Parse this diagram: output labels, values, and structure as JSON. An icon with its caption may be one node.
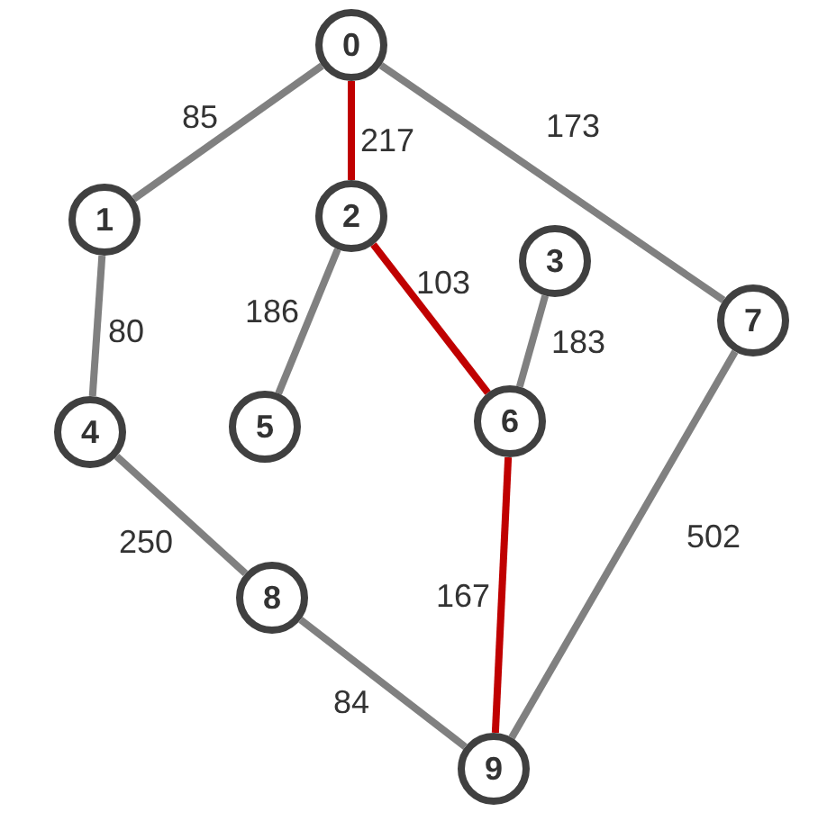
{
  "diagram": {
    "nodes": [
      {
        "text": [
          "0"
        ]
      },
      {
        "text": [
          "1"
        ]
      },
      {
        "text": [
          "2"
        ]
      },
      {
        "text": [
          "3"
        ]
      },
      {
        "text": [
          "4"
        ]
      },
      {
        "text": [
          "5"
        ]
      },
      {
        "text": [
          "6"
        ]
      },
      {
        "text": [
          "7"
        ]
      },
      {
        "text": [
          "8"
        ]
      },
      {
        "text": [
          "9"
        ]
      }
    ],
    "edges": [
      {
        "from": 0,
        "to": 1,
        "arrow": "none",
        "label": "85"
      },
      {
        "from": 0,
        "to": 2,
        "arrow": "none",
        "label": "217",
        "color": "#c00000"
      },
      {
        "from": 0,
        "to": 7,
        "arrow": "none",
        "label": "173"
      },
      {
        "from": 1,
        "to": 4,
        "arrow": "none",
        "label": "80"
      },
      {
        "from": 2,
        "to": 5,
        "arrow": "none",
        "label": "186"
      },
      {
        "from": 2,
        "to": 6,
        "arrow": "none",
        "label": "103",
        "color": "#c00000"
      },
      {
        "from": 3,
        "to": 6,
        "arrow": "none",
        "label": "183"
      },
      {
        "from": 4,
        "to": 8,
        "arrow": "none",
        "label": "250"
      },
      {
        "from": 6,
        "to": 9,
        "arrow": "none",
        "label": "167",
        "color": "#c00000"
      },
      {
        "from": 7,
        "to": 9,
        "arrow": "none",
        "label": "502"
      },
      {
        "from": 8,
        "to": 9,
        "arrow": "none",
        "label": "84"
      }
    ]
  }
}
